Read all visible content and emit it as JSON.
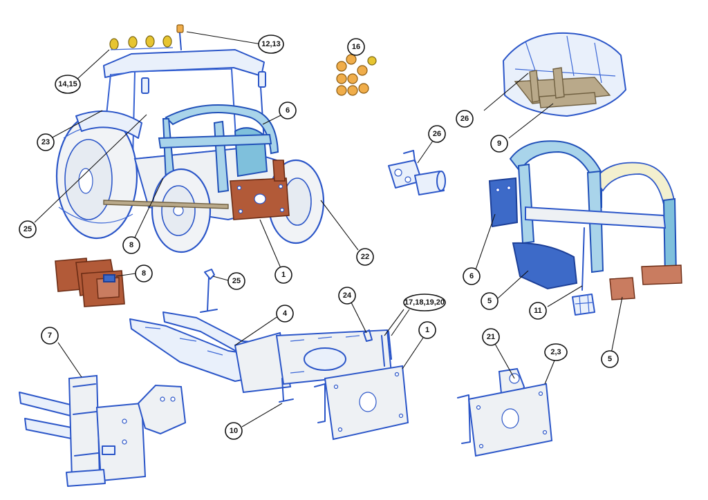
{
  "callouts": {
    "c1a": "1",
    "c1b": "1",
    "c23": "2,3",
    "c4": "4",
    "c5a": "5",
    "c5b": "5",
    "c6a": "6",
    "c6b": "6",
    "c7": "7",
    "c8a": "8",
    "c8b": "8",
    "c9": "9",
    "c10": "10",
    "c11": "11",
    "c1213": "12,13",
    "c1415": "14,15",
    "c16": "16",
    "c17": "17,18,19,20",
    "c21": "21",
    "c22": "22",
    "c23b": "23",
    "c24": "24",
    "c25a": "25",
    "c25b": "25",
    "c26a": "26",
    "c26b": "26"
  },
  "colors": {
    "outline": "#2a55c8",
    "frame_cyan": "#a9d4ea",
    "weight_rust": "#b25a38",
    "linkage_navy": "#3d6ac8",
    "lamp_yellow": "#e7c531",
    "lamp_orange": "#f0ad4a"
  }
}
